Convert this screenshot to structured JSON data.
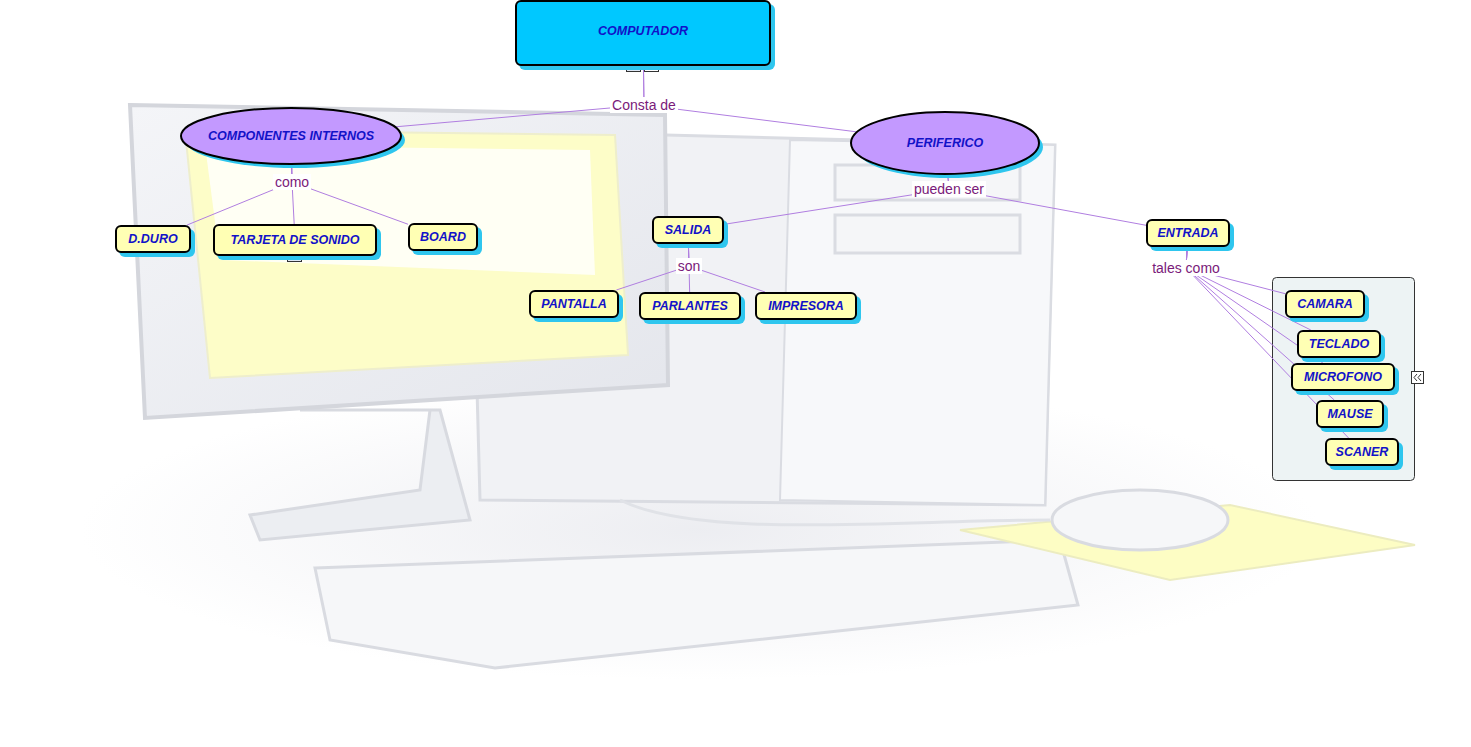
{
  "diagram": {
    "nodes": [
      {
        "text": [
          "COMPUTADOR"
        ]
      },
      {
        "text": [
          "COMPONENTES INTERNOS"
        ]
      },
      {
        "text": [
          "PERIFERICO"
        ]
      },
      {
        "text": [
          "D.DURO"
        ]
      },
      {
        "text": [
          "TARJETA DE SONIDO"
        ]
      },
      {
        "text": [
          "BOARD"
        ]
      },
      {
        "text": [
          "SALIDA"
        ]
      },
      {
        "text": [
          "ENTRADA"
        ]
      },
      {
        "text": [
          "PANTALLA"
        ]
      },
      {
        "text": [
          "PARLANTES"
        ]
      },
      {
        "text": [
          "IMPRESORA"
        ]
      },
      {
        "text": [
          "CAMARA"
        ]
      },
      {
        "text": [
          "TECLADO"
        ]
      },
      {
        "text": [
          "MICROFONO"
        ]
      },
      {
        "text": [
          "MAUSE"
        ]
      },
      {
        "text": [
          "SCANER"
        ]
      }
    ],
    "edges": [
      {
        "from": 0,
        "to": 1,
        "arrow": "none",
        "label": "Consta de"
      },
      {
        "from": 0,
        "to": 2,
        "arrow": "none"
      },
      {
        "from": 1,
        "to": 3,
        "arrow": "none",
        "label": "como"
      },
      {
        "from": 1,
        "to": 4,
        "arrow": "none"
      },
      {
        "from": 1,
        "to": 5,
        "arrow": "none"
      },
      {
        "from": 2,
        "to": 6,
        "arrow": "none",
        "label": "pueden ser"
      },
      {
        "from": 2,
        "to": 7,
        "arrow": "none"
      },
      {
        "from": 6,
        "to": 8,
        "arrow": "none",
        "label": "son"
      },
      {
        "from": 6,
        "to": 9,
        "arrow": "none"
      },
      {
        "from": 6,
        "to": 10,
        "arrow": "none"
      },
      {
        "from": 7,
        "to": 11,
        "arrow": "none",
        "label": "tales como"
      },
      {
        "from": 7,
        "to": 12,
        "arrow": "none"
      },
      {
        "from": 7,
        "to": 13,
        "arrow": "none"
      },
      {
        "from": 7,
        "to": 14,
        "arrow": "none"
      },
      {
        "from": 7,
        "to": 15,
        "arrow": "none"
      }
    ]
  }
}
